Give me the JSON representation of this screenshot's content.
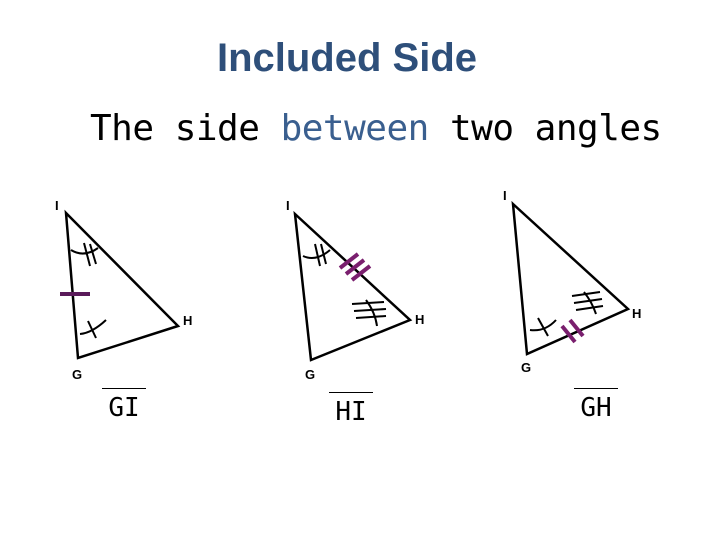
{
  "title": "Included Side",
  "subtitle": {
    "prefix": "The side ",
    "highlight": "between",
    "suffix": " two angles"
  },
  "colors": {
    "title": "#2e4f7a",
    "highlight": "#3a5f8f",
    "one_tick": "#5a1a5a",
    "three_tick": "#7a1f6e",
    "outline": "#000000"
  },
  "triangles": [
    {
      "vertices": [
        "I",
        "H",
        "G"
      ],
      "included_side": "GI"
    },
    {
      "vertices": [
        "I",
        "H",
        "G"
      ],
      "included_side": "HI"
    },
    {
      "vertices": [
        "I",
        "H",
        "G"
      ],
      "included_side": "GH"
    }
  ]
}
